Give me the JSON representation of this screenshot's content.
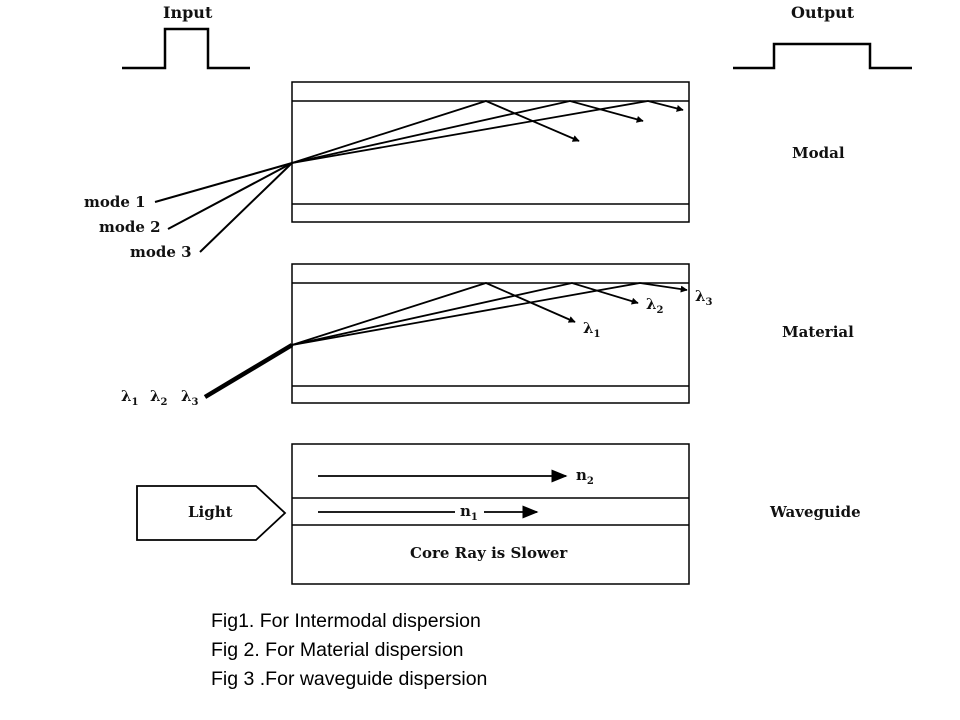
{
  "pulses": {
    "input_label": "Input",
    "output_label": "Output"
  },
  "sections": {
    "modal": "Modal",
    "material": "Material",
    "waveguide": "Waveguide"
  },
  "modal": {
    "modes": [
      "mode 1",
      "mode 2",
      "mode 3"
    ]
  },
  "material": {
    "wavelength_symbol": "λ",
    "wavelengths": [
      "1",
      "2",
      "3"
    ]
  },
  "waveguide": {
    "light_label": "Light",
    "n_symbol": "n",
    "outer_index": "2",
    "core_index": "1",
    "core_note": "Core Ray is Slower"
  },
  "captions": [
    "Fig1. For Intermodal dispersion",
    "Fig 2. For Material dispersion",
    "Fig 3 .For waveguide dispersion"
  ]
}
